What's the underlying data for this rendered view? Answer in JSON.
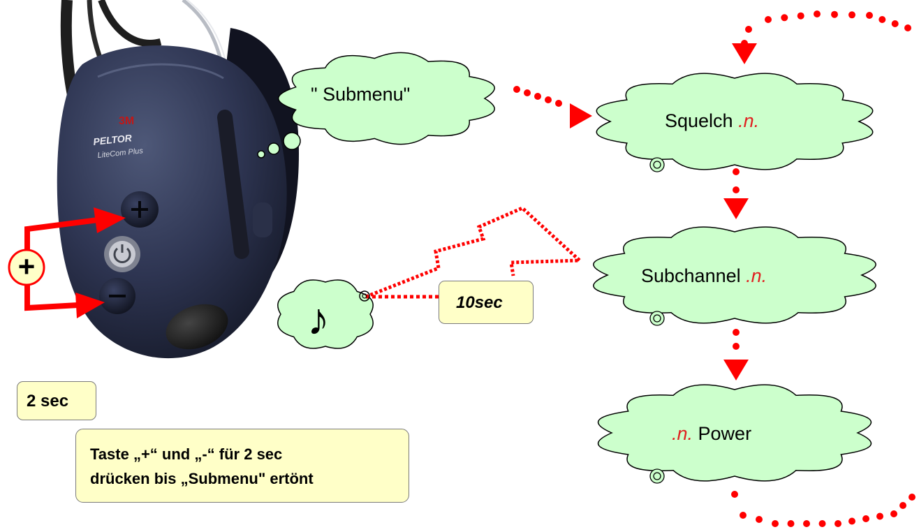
{
  "device": {
    "brand_logo": "3M",
    "product_name": "PELTOR",
    "product_model": "LiteCom Plus"
  },
  "plus_symbol": "+",
  "submenu_cloud": {
    "label": "\" Submenu\""
  },
  "music_cloud": {
    "icon": "music-note-icon",
    "glyph": "♪"
  },
  "timeout_box": {
    "label": "10sec"
  },
  "menu_clouds": [
    {
      "prefix": "",
      "name": "Squelch ",
      "suffix": ".n."
    },
    {
      "prefix": "",
      "name": "Subchannel ",
      "suffix": ".n."
    },
    {
      "prefix": ".n.",
      "name": " Power",
      "suffix": ""
    }
  ],
  "hold_box": {
    "label": "2 sec"
  },
  "instruction_box": {
    "line1": "Taste „+“  und  „-“ für 2 sec",
    "line2": "drücken bis „Submenu\" ertönt"
  },
  "colors": {
    "arrow_red": "#ff0000",
    "cloud_fill": "#ccffcc",
    "box_fill": "#ffffc8",
    "headset_body": "#2c3350",
    "suffix_red": "#e02020"
  }
}
